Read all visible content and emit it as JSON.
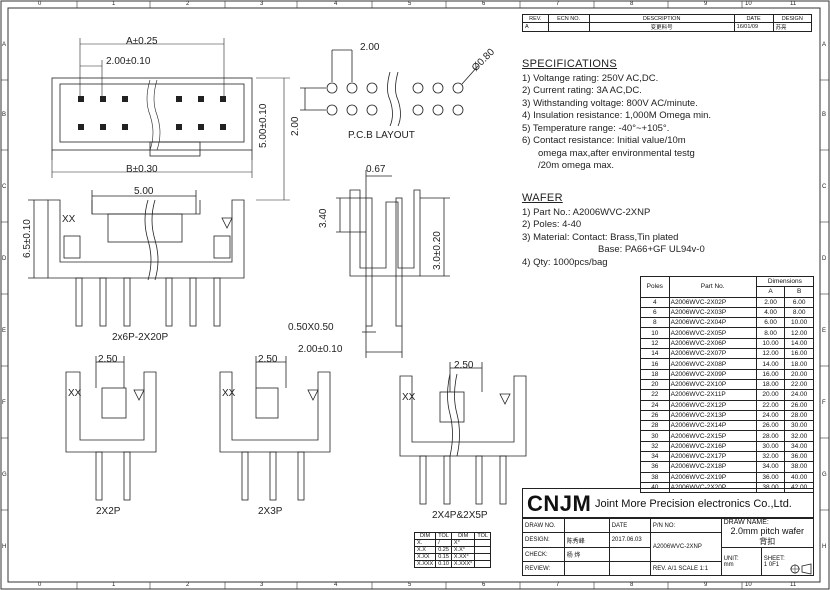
{
  "border": {
    "top_numbers": [
      "0",
      "1",
      "2",
      "3",
      "4",
      "5",
      "6",
      "7",
      "8",
      "9",
      "10",
      "11"
    ],
    "bottom_numbers": [
      "0",
      "1",
      "2",
      "3",
      "4",
      "5",
      "6",
      "7",
      "8",
      "9",
      "10",
      "11"
    ],
    "side_letters": [
      "A",
      "B",
      "C",
      "D",
      "E",
      "F",
      "G",
      "H"
    ]
  },
  "revision_table": {
    "headers": [
      "REV.",
      "ECN NO.",
      "DESCRIPTION",
      "DATE",
      "DESIGN"
    ],
    "row": [
      "A",
      "",
      "变更料号",
      "16/01/09",
      "苏亮"
    ]
  },
  "specifications": {
    "title": "SPECIFICATIONS",
    "items": [
      "1)  Voltange rating: 250V AC,DC.",
      "2)  Current rating: 3A AC,DC.",
      "3)  Withstanding voltage: 800V AC/minute.",
      "4)  Insulation resistance: 1,000M Omega min.",
      "5)  Temperature range: -40°~+105°.",
      "6)  Contact resistance: Initial value/10m"
    ],
    "item6_cont1": "omega max,after environmental testg",
    "item6_cont2": "/20m omega max."
  },
  "wafer": {
    "title": "WAFER",
    "items": [
      "1)  Part No.: A2006WVC-2XNP",
      "2)  Poles: 4-40",
      "3)  Material: Contact: Brass,Tin plated"
    ],
    "material_cont": "Base: PA66+GF UL94v-0",
    "qty": "4)  Qty: 1000pcs/bag"
  },
  "dimension_table": {
    "col_poles": "Poles",
    "col_part": "Part No.",
    "col_dims": "Dimensions",
    "col_a": "A",
    "col_b": "B",
    "rows": [
      [
        "4",
        "A2006WVC-2X02P",
        "2.00",
        "6.00"
      ],
      [
        "6",
        "A2006WVC-2X03P",
        "4.00",
        "8.00"
      ],
      [
        "8",
        "A2006WVC-2X04P",
        "6.00",
        "10.00"
      ],
      [
        "10",
        "A2006WVC-2X05P",
        "8.00",
        "12.00"
      ],
      [
        "12",
        "A2006WVC-2X06P",
        "10.00",
        "14.00"
      ],
      [
        "14",
        "A2006WVC-2X07P",
        "12.00",
        "16.00"
      ],
      [
        "16",
        "A2006WVC-2X08P",
        "14.00",
        "18.00"
      ],
      [
        "18",
        "A2006WVC-2X09P",
        "16.00",
        "20.00"
      ],
      [
        "20",
        "A2006WVC-2X10P",
        "18.00",
        "22.00"
      ],
      [
        "22",
        "A2006WVC-2X11P",
        "20.00",
        "24.00"
      ],
      [
        "24",
        "A2006WVC-2X12P",
        "22.00",
        "26.00"
      ],
      [
        "26",
        "A2006WVC-2X13P",
        "24.00",
        "28.00"
      ],
      [
        "28",
        "A2006WVC-2X14P",
        "26.00",
        "30.00"
      ],
      [
        "30",
        "A2006WVC-2X15P",
        "28.00",
        "32.00"
      ],
      [
        "32",
        "A2006WVC-2X16P",
        "30.00",
        "34.00"
      ],
      [
        "34",
        "A2006WVC-2X17P",
        "32.00",
        "36.00"
      ],
      [
        "36",
        "A2006WVC-2X18P",
        "34.00",
        "38.00"
      ],
      [
        "38",
        "A2006WVC-2X19P",
        "36.00",
        "40.00"
      ],
      [
        "40",
        "A2006WVC-2X20P",
        "38.00",
        "42.00"
      ]
    ]
  },
  "drawing_labels": {
    "dim_a": "A±0.25",
    "dim_pitch": "2.00±0.10",
    "dim_b": "B±0.30",
    "dim_height": "5.00±0.10",
    "pcb_pitch": "2.00",
    "pcb_row": "2.00",
    "pcb_hole": "Ø0.80",
    "pcb_title": "P.C.B LAYOUT",
    "front_width": "5.00",
    "front_height": "6.5±0.10",
    "front_xx": "XX",
    "front_title": "2x6P-2X20P",
    "side_067": "0.67",
    "side_340": "3.40",
    "side_300": "3.0±0.20",
    "side_pin": "0.50X0.50",
    "side_pitch": "2.00±0.10",
    "small_pitch": "2.50",
    "title_2x2p": "2X2P",
    "title_2x3p": "2X3P",
    "title_2x45p": "2X4P&2X5P"
  },
  "tolerance_table": {
    "headers": [
      "DIM",
      "TOL",
      "DIM",
      "TOL"
    ],
    "rows": [
      [
        "X.",
        "/",
        "X°",
        ""
      ],
      [
        "X.X",
        "0.25",
        "X.X°",
        ""
      ],
      [
        "X.XX",
        "0.15",
        "X.XX°",
        ""
      ],
      [
        "X.XXX",
        "0.10",
        "X.XXX°",
        ""
      ]
    ]
  },
  "title_block": {
    "logo": "CNJM",
    "company": "Joint More Precision electronics Co.,Ltd.",
    "draw_no_label": "DRAW NO.",
    "date_label": "DATE",
    "pn_label": "P/N NO:",
    "pn_value": "A2006WVC-2XNP",
    "draw_name_label": "DRAW NAME:",
    "draw_name_1": "2.0mm pitch wafer",
    "draw_name_2": "背扣",
    "design_label": "DESIGN:",
    "design_value": "陈秀峰",
    "design_date": "2017.06.03",
    "check_label": "CHECK:",
    "check_value": "杨 烨",
    "review_label": "REVIEW:",
    "rev_label": "REV. A/1",
    "scale_label": "SCALE 1:1",
    "unit_label": "UNIT:",
    "unit_value": "mm",
    "sheet_label": "SHEET:",
    "sheet_value": "1 0F1"
  }
}
